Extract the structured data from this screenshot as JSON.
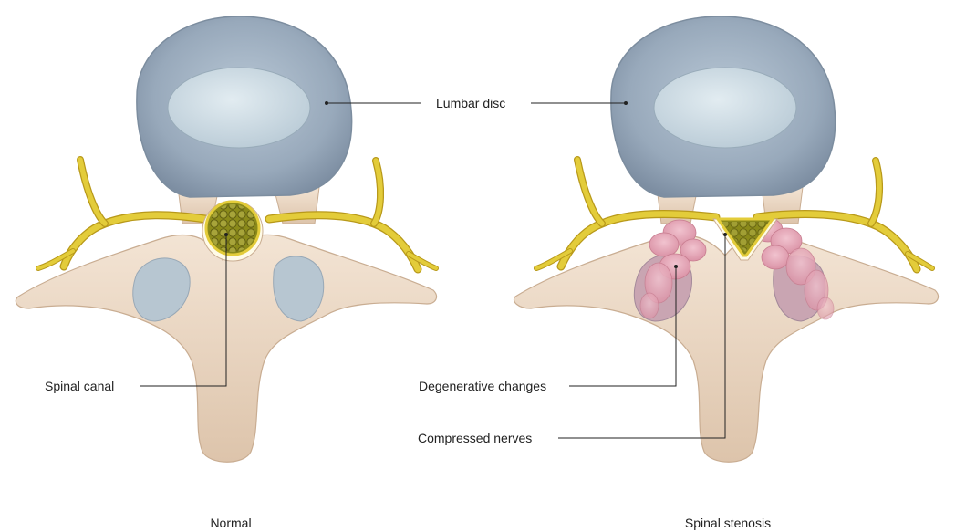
{
  "labels": {
    "lumbar_disc": "Lumbar disc",
    "spinal_canal": "Spinal canal",
    "degenerative_changes": "Degenerative changes",
    "compressed_nerves": "Compressed nerves"
  },
  "captions": {
    "normal": "Normal",
    "stenosis": "Spinal stenosis"
  },
  "colors": {
    "bone": "#ecd9c6",
    "bone_shadow": "#c9ad92",
    "disc": "#9aaabb",
    "disc_inner": "#c7d6e0",
    "nerve": "#e3cc3a",
    "nerve_edge": "#b8991a",
    "canal_fill": "#8b8a1a",
    "tissue": "#e8aab8"
  }
}
